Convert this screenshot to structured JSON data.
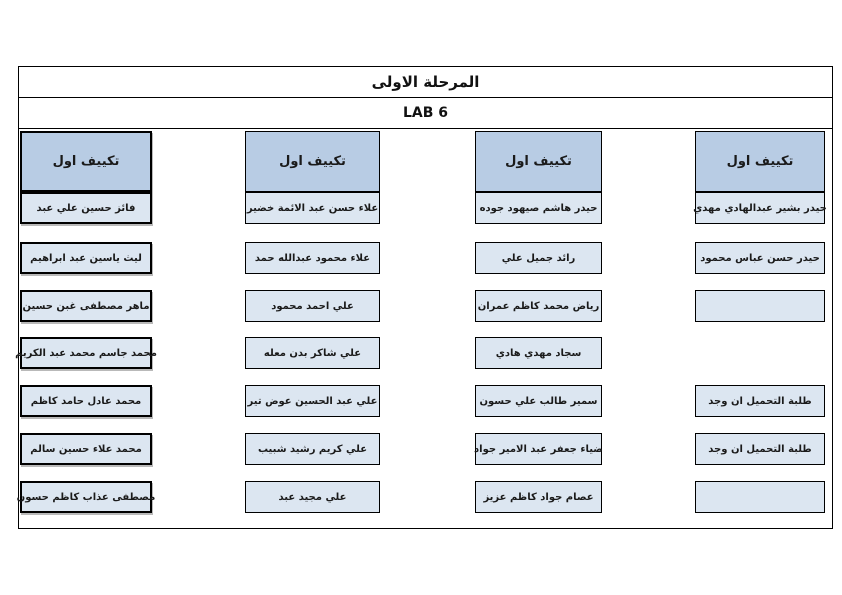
{
  "header": {
    "stage_title": "المرحلة الاولى",
    "lab_title": "LAB 6"
  },
  "colors": {
    "header_fill": "#b8cce4",
    "cell_fill": "#dce6f1",
    "border": "#000000",
    "background": "#ffffff"
  },
  "columns": [
    {
      "header": "تكييف اول",
      "cells": [
        "فائز حسين علي عبد",
        "ليث ياسين عبد ابراهيم",
        "ماهر مصطفى غبن حسين",
        "محمد جاسم محمد عبد الكريم",
        "محمد عادل حامد كاظم",
        "محمد علاء حسين سالم",
        "مصطفى عذاب كاظم حسون"
      ]
    },
    {
      "header": "تكييف اول",
      "cells": [
        "علاء حسن عبد الائمة خضير",
        "علاء محمود عبدالله حمد",
        "علي احمد محمود",
        "علي شاكر بدن معله",
        "علي عبد الحسين عوض تير",
        "علي كريم رشيد شبيب",
        "علي مجيد عبد"
      ]
    },
    {
      "header": "تكييف اول",
      "cells": [
        "حيدر هاشم صيهود جوده",
        "رائد جميل علي",
        "رياض محمد كاظم عمران",
        "سجاد مهدي هادي",
        "سمير طالب علي حسون",
        "ضياء جعفر عبد الامير جواد",
        "عصام جواد كاظم عزيز"
      ]
    },
    {
      "header": "تكييف اول",
      "cells": [
        "حيدر بشير عبدالهادي مهدي",
        "حيدر حسن عباس محمود",
        "",
        null,
        "طلبة التحميل ان وجد",
        "طلبة التحميل ان وجد",
        ""
      ]
    }
  ]
}
